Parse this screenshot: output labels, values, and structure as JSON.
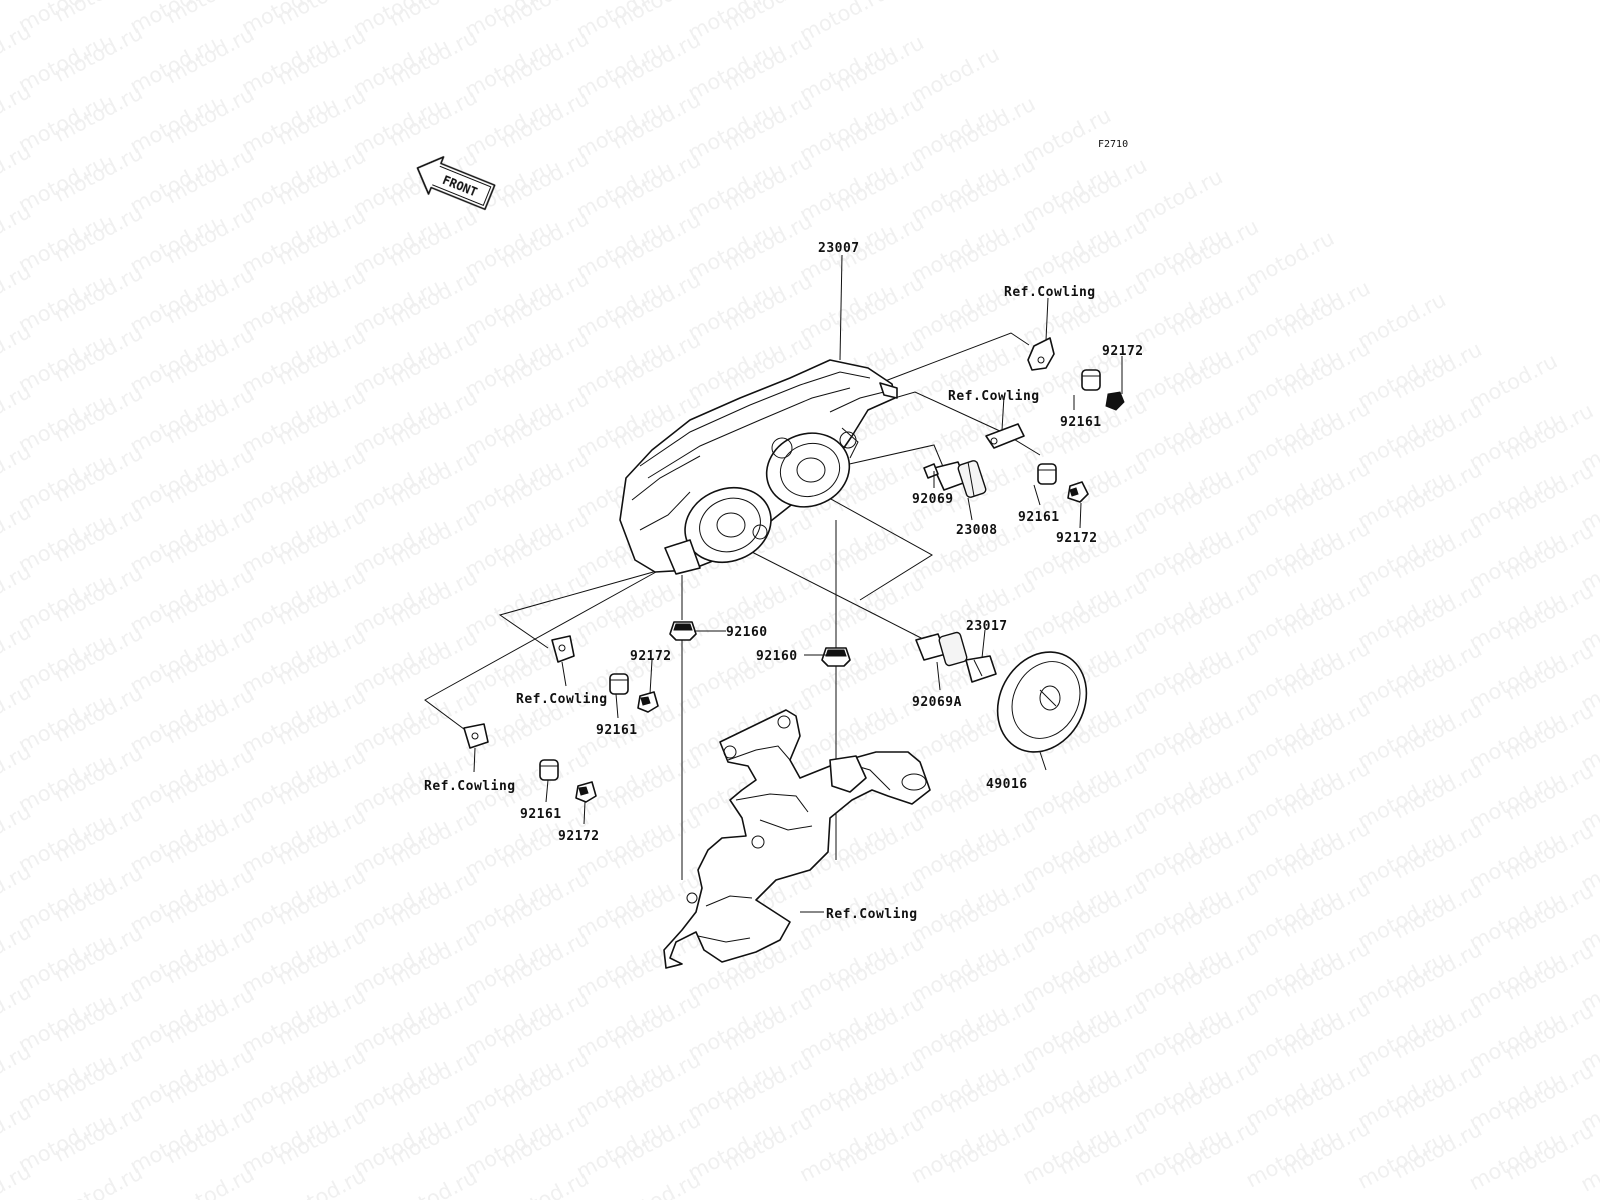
{
  "diagram": {
    "figure_code": "F2710",
    "front_indicator": "FRONT",
    "watermark": {
      "text": "motod.ru",
      "color": "#000000",
      "opacity": 0.06
    },
    "labels": {
      "headlight_assy": "23007",
      "bulb_hi": "23008",
      "bulb_lo": "23017",
      "cap": "49016",
      "socket": "92069",
      "socket_a": "92069A",
      "damper_92160": "92160",
      "damper_92161": "92161",
      "nut_92172": "92172",
      "ref_cowling": "Ref.Cowling"
    }
  }
}
